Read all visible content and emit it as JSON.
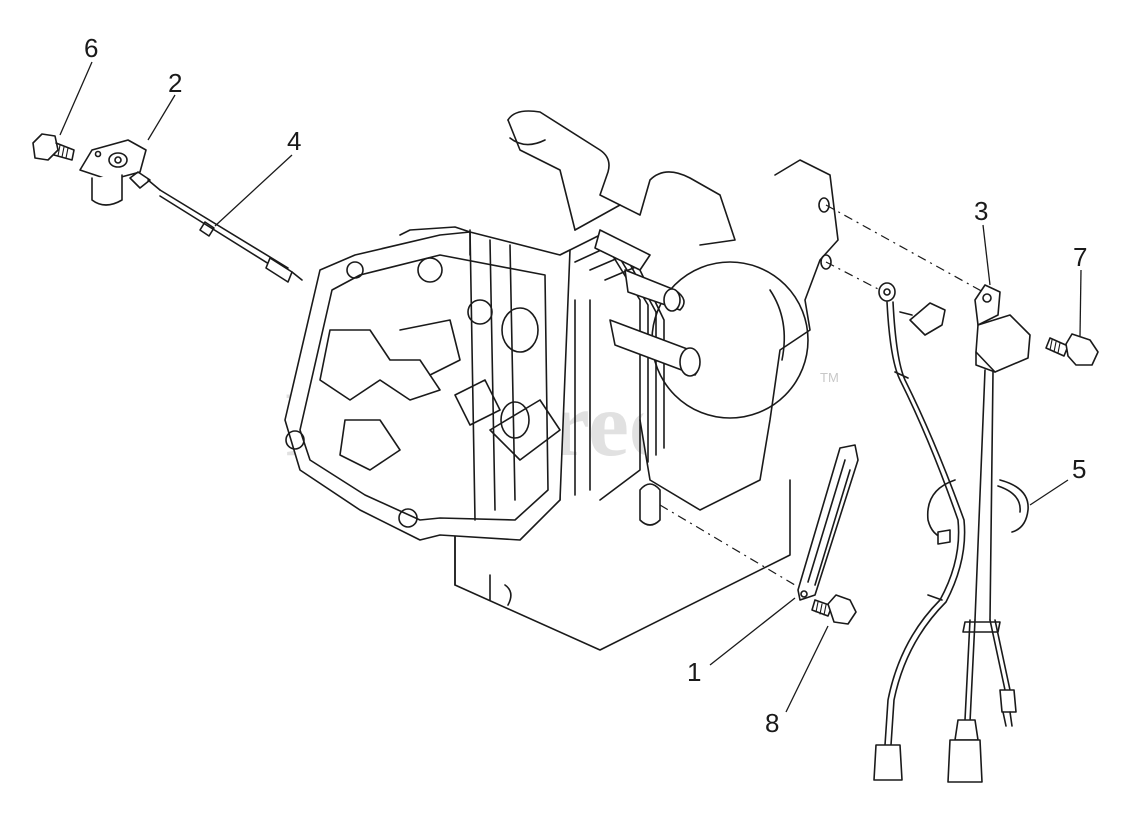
{
  "watermark": {
    "text": "PartsTree",
    "tm": "TM"
  },
  "callouts": [
    {
      "id": "1",
      "label": "1"
    },
    {
      "id": "2",
      "label": "2"
    },
    {
      "id": "3",
      "label": "3"
    },
    {
      "id": "4",
      "label": "4"
    },
    {
      "id": "5",
      "label": "5"
    },
    {
      "id": "6",
      "label": "6"
    },
    {
      "id": "7",
      "label": "7"
    },
    {
      "id": "8",
      "label": "8"
    }
  ],
  "colors": {
    "line": "#1a1a1a",
    "watermark": "#d7d7d7",
    "background": "#ffffff"
  }
}
